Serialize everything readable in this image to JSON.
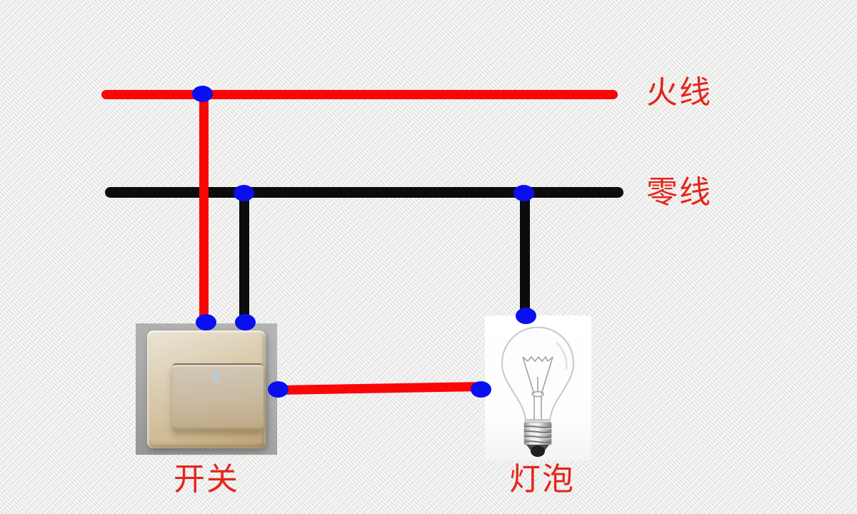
{
  "diagram": {
    "wire_labels": {
      "live": "火线",
      "neutral": "零线"
    },
    "component_labels": {
      "switch": "开关",
      "bulb": "灯泡"
    },
    "colors": {
      "live_wire": "#fb0606",
      "neutral_wire": "#0c0c0c",
      "junction_dot": "#0a0ff0",
      "label_text": "#e5251a",
      "background": "#ededec",
      "bulb_panel": "#ffffff",
      "switch_plate": "#cdb88f"
    },
    "junction_count": 8,
    "connections": [
      {
        "wire": "live",
        "from": "live-bus",
        "to": "switch-top-terminal"
      },
      {
        "wire": "neutral",
        "from": "neutral-bus",
        "to": "switch-top-terminal"
      },
      {
        "wire": "neutral",
        "from": "neutral-bus",
        "to": "bulb-top-terminal"
      },
      {
        "wire": "live",
        "from": "switch-side-terminal",
        "to": "bulb-side-terminal"
      }
    ]
  }
}
